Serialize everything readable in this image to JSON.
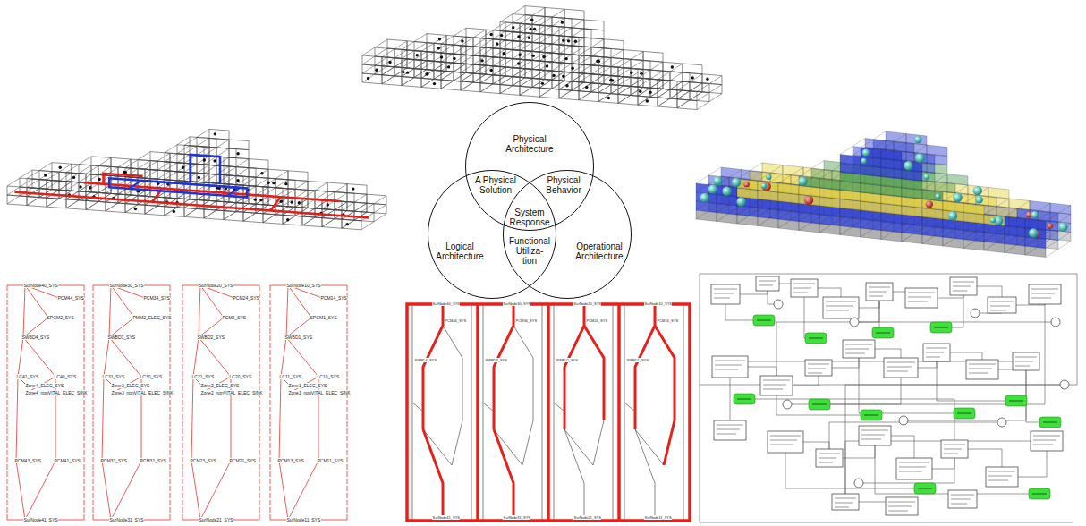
{
  "diagram": {
    "nodes": [
      {
        "text": [
          "Physical Architecture"
        ]
      },
      {
        "text": [
          "Logical Architecture"
        ]
      },
      {
        "text": [
          "Operational Architecture"
        ]
      }
    ],
    "labels": [
      "A Physical Solution",
      "Physical Behavior",
      "System Response",
      "Functional Utiliza- tion",
      "SurNode40_SYS",
      "PCM44_SYS",
      "SPGM2_SYS",
      "SWBD4_SYS",
      "LC41_SYS",
      "LC40_SYS",
      "Zone4_ELEC_SYS",
      "Zone4_nonVITAL_ELEC_SINK",
      "PCM43_SYS",
      "PCM41_SYS",
      "SurNode41_SYS",
      "SurNode30_SYS",
      "PCM34_SYS",
      "PMM2_ELEC_SYS",
      "SWBD3_SYS",
      "LC31_SYS",
      "LC30_SYS",
      "Zone3_ELEC_SYS",
      "Zone3_nonVITAL_ELEC_SINK",
      "PCM33_SYS",
      "PCM31_SYS",
      "SurNode31_SYS",
      "SurNode20_SYS",
      "PCM24_SYS",
      "PCM2_SYS",
      "SWBD2_SYS",
      "LC21_SYS",
      "LC20_SYS",
      "Zone2_ELEC_SYS",
      "Zone2_nonVITAL_ELEC_SINK",
      "PCM23_SYS",
      "PCM21_SYS",
      "SurNode21_SYS",
      "SurNode10_SYS",
      "PCM14_SYS",
      "SPGM1_SYS",
      "SWBD1_SYS",
      "LC11_SYS",
      "LC10_SYS",
      "Zone1_ELEC_SYS",
      "Zone1_nonVITAL_ELEC_SINK",
      "PCM13_SYS",
      "PCM11_SYS",
      "SurNode11_SYS",
      "SurNode40_SYS",
      "PCM44_SYS",
      "SWBD4_SYS",
      "SurNode41_SYS",
      "SurNode30_SYS",
      "PCM34_SYS",
      "SWBD3_SYS",
      "SurNode31_SYS",
      "SurNode20_SYS",
      "PCM24_SYS",
      "SWBD2_SYS",
      "SurNode21_SYS",
      "SurNode10_SYS",
      "PCM14_SYS",
      "SWBD1_SYS",
      "SurNode11_SYS"
    ]
  }
}
